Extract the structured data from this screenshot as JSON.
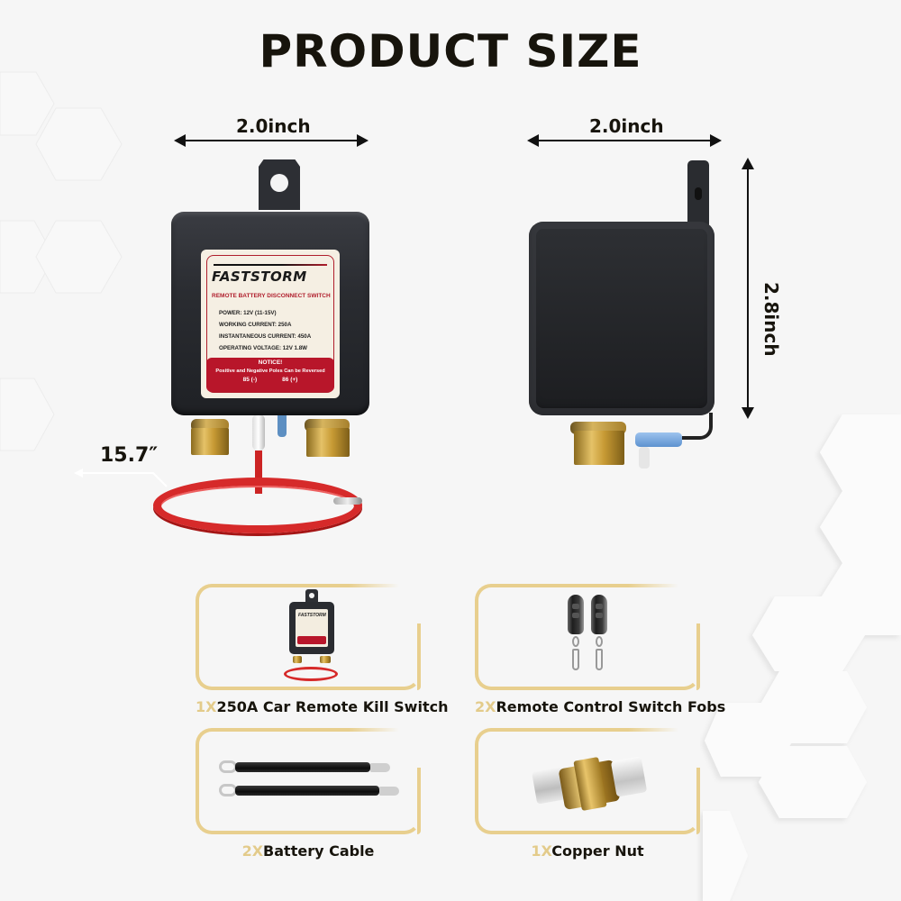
{
  "title": "PRODUCT SIZE",
  "dimensions": {
    "front_width": "2.0inch",
    "side_width": "2.0inch",
    "height": "2.8inch",
    "wire_length": "15.7″"
  },
  "device_label": {
    "brand": "FASTSTORM",
    "subtitle": "REMOTE BATTERY DISCONNECT SWITCH",
    "specs": [
      "POWER: 12V (11-15V)",
      "WORKING CURRENT: 250A",
      "INSTANTANEOUS CURRENT: 450A",
      "OPERATING VOLTAGE: 12V 1.8W"
    ],
    "notice_title": "NOTICE!",
    "notice_text": "Positive and Negative Poles Can be Reversed",
    "pole_negative": "85 (-)",
    "pole_positive": "86 (+)"
  },
  "package_items": [
    {
      "qty": "1X",
      "name": "250A Car Remote Kill Switch",
      "icon": "kill-switch-image"
    },
    {
      "qty": "2X",
      "name": "Remote Control Switch Fobs",
      "icon": "key-fob-image"
    },
    {
      "qty": "2X",
      "name": "Battery Cable",
      "icon": "battery-cable-image"
    },
    {
      "qty": "1X",
      "name": "Copper Nut",
      "icon": "copper-nut-image"
    }
  ],
  "colors": {
    "background": "#f6f6f6",
    "text": "#17140c",
    "gold_accent": "#e3cb8a",
    "label_red": "#b8162a",
    "wire_red": "#d62a2a"
  }
}
